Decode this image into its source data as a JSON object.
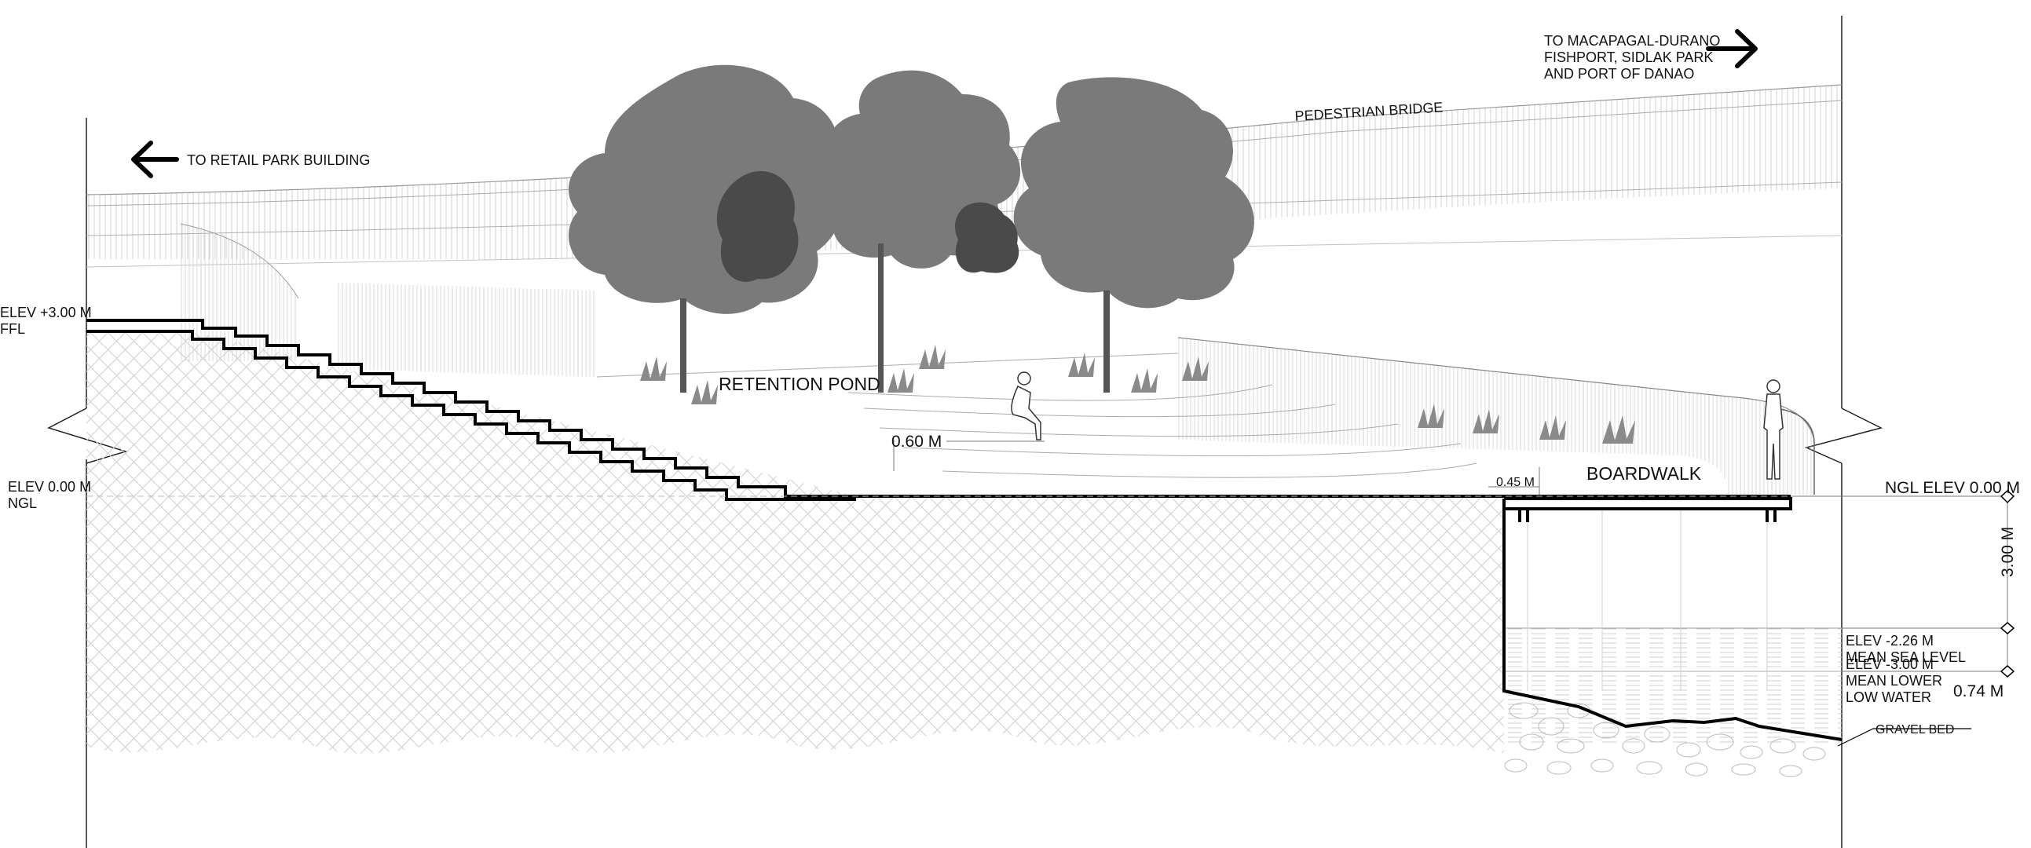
{
  "labels": {
    "to_retail": "TO RETAIL PARK BUILDING",
    "to_macapagal": "TO MACAPAGAL-DURANO\nFISHPORT, SIDLAK PARK\nAND PORT OF DANAO",
    "pedestrian_bridge": "PEDESTRIAN BRIDGE",
    "retention_pond": "RETENTION POND",
    "boardwalk": "BOARDWALK",
    "elev_ffl": "ELEV +3.00 M\nFFL",
    "elev_ngl": "ELEV 0.00 M\nNGL",
    "ngl_elev_right": "NGL ELEV 0.00 M",
    "dim_060": "0.60 M",
    "dim_045": "0.45 M",
    "dim_300": "3.00 M",
    "msl": "ELEV -2.26 M\nMEAN SEA LEVEL",
    "mllw": "ELEV -3.00 M\nMEAN LOWER\nLOW WATER",
    "dim_074": "0.74 M",
    "gravel_bed": "GRAVEL BED"
  },
  "colors": {
    "tree_fill": "#7a7a7a",
    "tree_dark": "#4a4a4a",
    "line": "#000000",
    "ground_hatch": "#c8c8c8"
  }
}
